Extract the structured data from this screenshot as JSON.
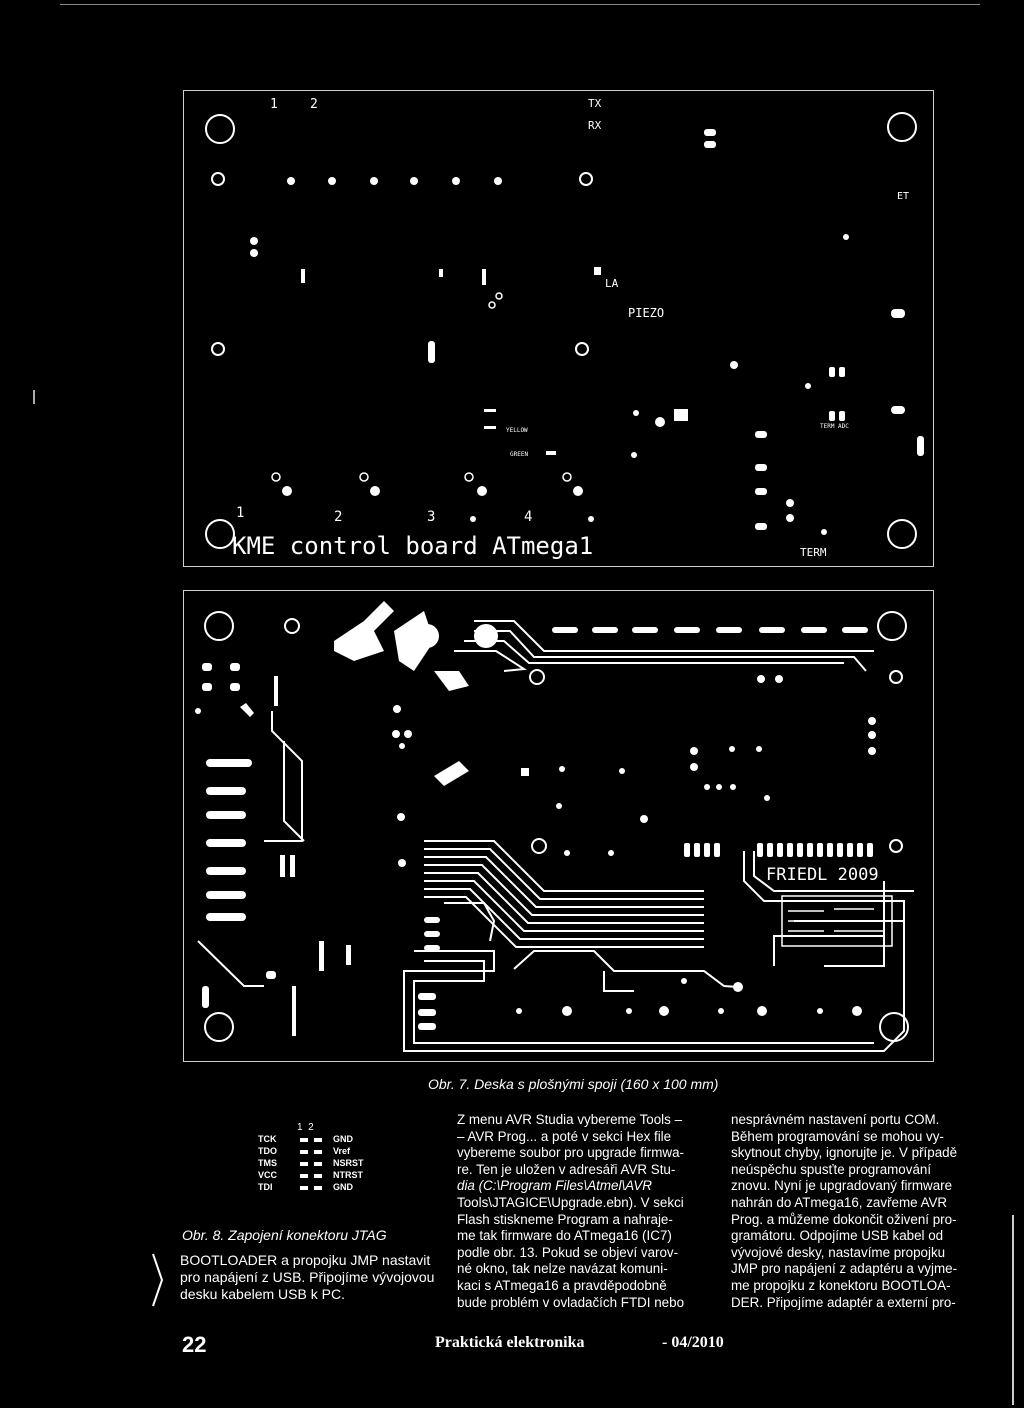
{
  "figure7": {
    "top": {
      "pin_1": "1",
      "pin_2": "2",
      "tx": "TX",
      "rx": "RX",
      "et": "ET",
      "la": "LA",
      "piezo": "PIEZO",
      "yellow": "YELLOW",
      "green": "GREEN",
      "term_adc": "TERM ADC",
      "n1": "1",
      "n2": "2",
      "n3": "3",
      "n4": "4",
      "title": "KME control board ATmega1",
      "term": "TERM"
    },
    "bottom": {
      "mark": "FRIEDL 2009"
    },
    "caption": "Obr. 7. Deska s plošnými spoji (160 x 100 mm)"
  },
  "figure8": {
    "pins": "1  2",
    "left_signals": [
      "TCK",
      "TDO",
      "TMS",
      "VCC",
      "TDI"
    ],
    "right_signals": [
      "GND",
      "Vref",
      "NSRST",
      "NTRST",
      "GND"
    ],
    "caption": "Obr. 8. Zapojení konektoru JTAG"
  },
  "columns": {
    "left": "BOOTLOADER a propojku JMP nastavit pro napájení z USB. Připojíme vývojovou desku kabelem USB k PC.",
    "middle": [
      "Z menu AVR Studia vybereme Tools –",
      "– AVR Prog... a poté v sekci Hex file",
      "vybereme soubor pro upgrade firmwa-",
      "re. Ten je uložen v adresáři AVR Stu-",
      "dia (C:\\Program Files\\Atmel\\AVR",
      "Tools\\JTAGICE\\Upgrade.ebn). V sekci",
      "Flash stiskneme Program a nahraje-",
      "me tak firmware do ATmega16 (IC7)",
      "podle obr. 13. Pokud se objeví varov-",
      "né okno, tak nelze navázat komuni-",
      "kaci s ATmega16 a pravděpodobně",
      "bude problém v ovladačích FTDI nebo"
    ],
    "right": [
      "nesprávném nastavení portu COM.",
      "Během programování se mohou vy-",
      "skytnout chyby, ignorujte je. V případě",
      "neúspěchu spusťte programování",
      "znovu. Nyní je upgradovaný firmware",
      "nahrán do ATmega16, zavřeme AVR",
      "Prog. a můžeme dokončit oživení pro-",
      "gramátoru. Odpojíme USB kabel od",
      "vývojové desky, nastavíme propojku",
      "JMP pro napájení z adaptéru a vyjme-",
      "me propojku z konektoru BOOTLOA-",
      "DER. Připojíme adaptér a externí pro-"
    ]
  },
  "footer": {
    "page_number": "22",
    "magazine": "Praktická elektronika",
    "issue": "- 04/2010"
  }
}
